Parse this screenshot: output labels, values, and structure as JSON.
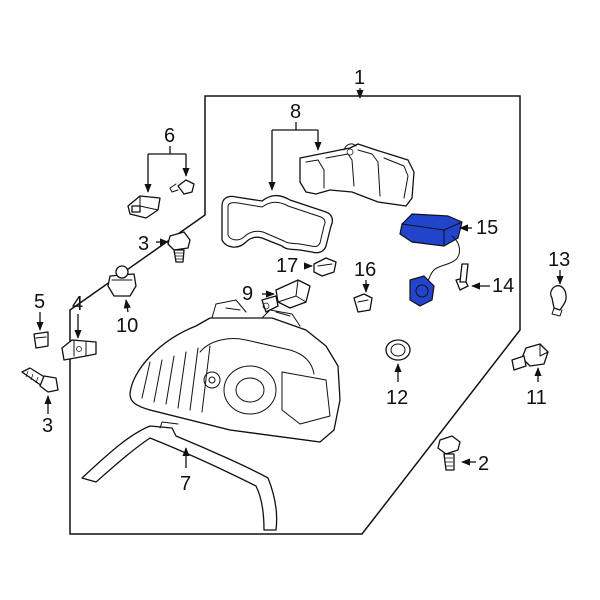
{
  "highlight_color": "#2244cc",
  "highlighted_part": "15",
  "callouts": {
    "c1": "1",
    "c2": "2",
    "c3a": "3",
    "c3b": "3",
    "c4": "4",
    "c5": "5",
    "c6": "6",
    "c7": "7",
    "c8": "8",
    "c9": "9",
    "c10": "10",
    "c11": "11",
    "c12": "12",
    "c13": "13",
    "c14": "14",
    "c15": "15",
    "c16": "16",
    "c17": "17"
  }
}
